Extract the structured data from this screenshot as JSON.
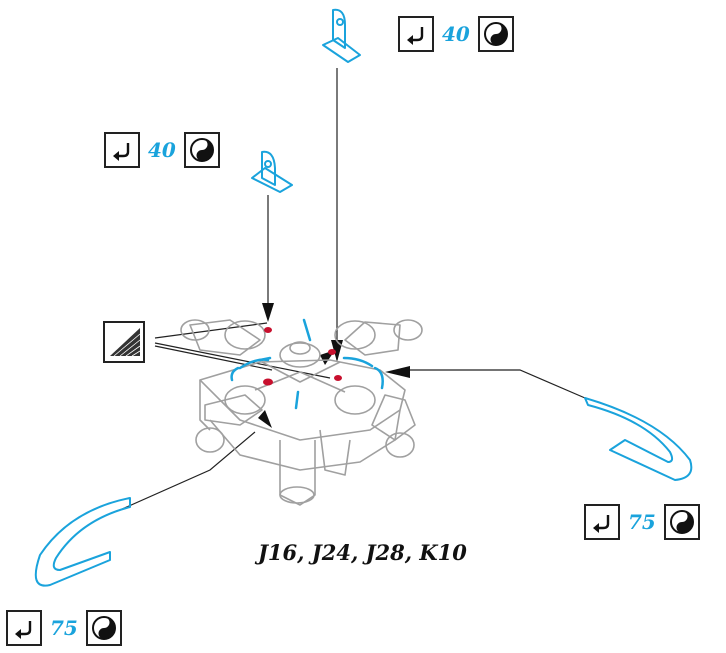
{
  "callouts": [
    {
      "id": "top",
      "value": "40",
      "icons": [
        "torque-arrow-icon",
        "loctite-icon"
      ]
    },
    {
      "id": "upper-left",
      "value": "40",
      "icons": [
        "torque-arrow-icon",
        "loctite-icon"
      ]
    },
    {
      "id": "right",
      "value": "75",
      "icons": [
        "torque-arrow-icon",
        "loctite-icon"
      ]
    },
    {
      "id": "bottom-left",
      "value": "75",
      "icons": [
        "torque-arrow-icon",
        "loctite-icon"
      ]
    }
  ],
  "caption": "J16, J24, J28, K10",
  "colors": {
    "accent": "#1aa3dc",
    "line": "#222222",
    "drawing": "#9a9a9a",
    "highlight": "#c8102e"
  }
}
